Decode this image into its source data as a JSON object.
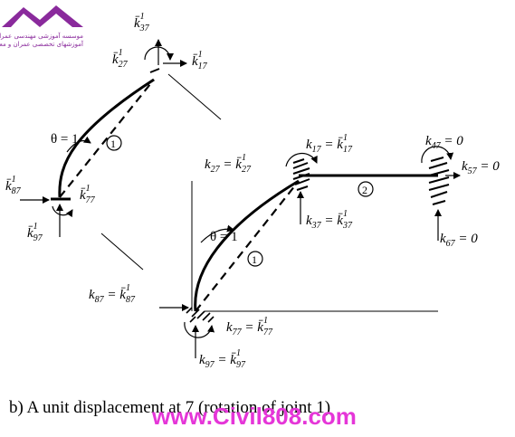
{
  "logo": {
    "line1": "موسسه آموزشی مهندسی عمران",
    "line2": "آموزشهای تخصصی عمران و معماری",
    "color": "#8a2a9c"
  },
  "watermark": {
    "text": "www.Civil808.com",
    "color": "#e536d8"
  },
  "caption": "b) A unit displacement at 7 (rotation of joint 1)",
  "upper_figure": {
    "theta": "θ = 1",
    "member": "1",
    "k37": {
      "base": "k̄",
      "sub": "37",
      "sup": "1"
    },
    "k27": {
      "base": "k̄",
      "sub": "27",
      "sup": "1"
    },
    "k17": {
      "base": "k̄",
      "sub": "17",
      "sup": "1"
    },
    "k87": {
      "base": "k̄",
      "sub": "87",
      "sup": "1"
    },
    "k77": {
      "base": "k̄",
      "sub": "77",
      "sup": "1"
    },
    "k97": {
      "base": "k̄",
      "sub": "97",
      "sup": "1"
    }
  },
  "lower_figure": {
    "theta": "θ = 1",
    "member1": "1",
    "member2": "2",
    "k27": {
      "lhs": "k",
      "lsub": "27",
      "eq": " = ",
      "base": "k̄",
      "sub": "27",
      "sup": "1"
    },
    "k17": {
      "lhs": "k",
      "lsub": "17",
      "eq": " = ",
      "base": "k̄",
      "sub": "17",
      "sup": "1"
    },
    "k37": {
      "lhs": "k",
      "lsub": "37",
      "eq": " = ",
      "base": "k̄",
      "sub": "37",
      "sup": "1"
    },
    "k47": {
      "lhs": "k",
      "lsub": "47",
      "eq": " = 0"
    },
    "k57": {
      "lhs": "k",
      "lsub": "57",
      "eq": " = 0"
    },
    "k67": {
      "lhs": "k",
      "lsub": "67",
      "eq": " = 0"
    },
    "k87": {
      "lhs": "k",
      "lsub": "87",
      "eq": " = ",
      "base": "k̄",
      "sub": "87",
      "sup": "1"
    },
    "k77": {
      "lhs": "k",
      "lsub": "77",
      "eq": " = ",
      "base": "k̄",
      "sub": "77",
      "sup": "1"
    },
    "k97": {
      "lhs": "k",
      "lsub": "97",
      "eq": " = ",
      "base": "k̄",
      "sub": "97",
      "sup": "1"
    }
  }
}
